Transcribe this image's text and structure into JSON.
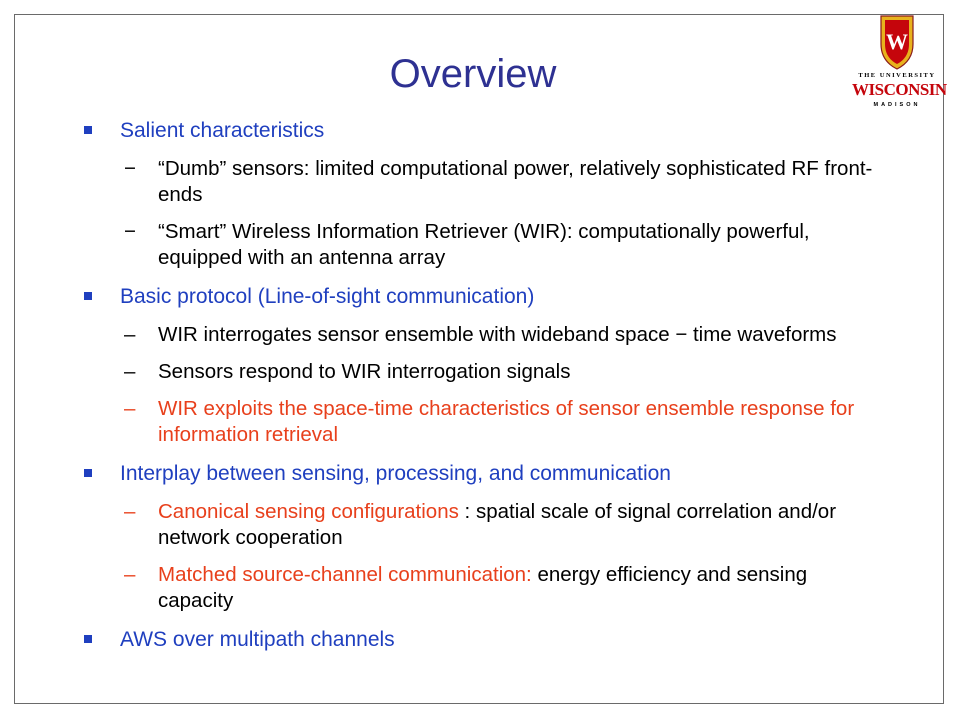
{
  "title": "Overview",
  "logo": {
    "line1": "THE UNIVERSITY",
    "line2": "WISCONSIN",
    "line3": "MADISON",
    "crest_letter": "W",
    "crest_color": "#c5050c",
    "crest_gold": "#e8b21d"
  },
  "colors": {
    "heading": "#2e3192",
    "bullet": "#1f3fbf",
    "highlight": "#e8401c"
  },
  "items": [
    {
      "label": "Salient characteristics",
      "subs": [
        {
          "dash": "−",
          "text": "“Dumb” sensors: limited computational power, relatively sophisticated RF front-ends"
        },
        {
          "dash": "−",
          "text": "“Smart” Wireless Information Retriever (WIR): computationally powerful, equipped with an antenna array"
        }
      ]
    },
    {
      "label": " Basic protocol (Line-of-sight communication)",
      "subs": [
        {
          "dash": "–",
          "text": "WIR interrogates sensor ensemble with wideband space − time waveforms"
        },
        {
          "dash": "–",
          "text": "Sensors respond to WIR interrogation signals"
        },
        {
          "dash": "–",
          "text": "WIR exploits the space-time characteristics of sensor ensemble response for information retrieval"
        }
      ]
    },
    {
      "label": "Interplay between sensing, processing, and communication",
      "subs": [
        {
          "dash": "–",
          "red": "Canonical sensing configurations",
          "rest": " : spatial scale of signal correlation and/or network cooperation"
        },
        {
          "dash": "–",
          "red": "Matched source-channel communication:",
          "rest": " energy efficiency and sensing capacity"
        }
      ]
    },
    {
      "label": "AWS over multipath channels",
      "subs": []
    }
  ]
}
